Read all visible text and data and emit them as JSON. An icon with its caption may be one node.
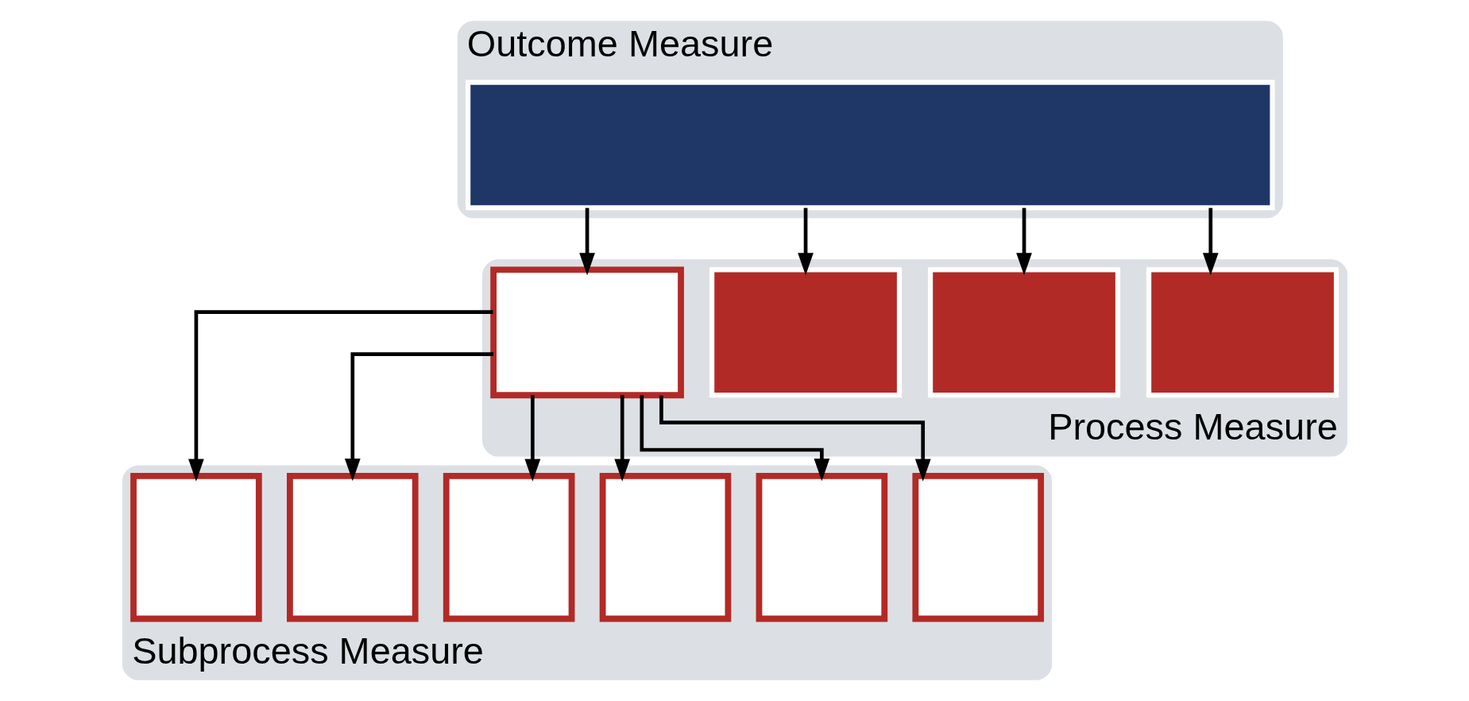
{
  "diagram": {
    "nodes": [
      {
        "text": [
          "Outcome Measure"
        ]
      },
      {
        "text": [],
        "shape": "box",
        "in": 0
      },
      {
        "text": [
          "Process Measure"
        ]
      },
      {
        "text": [],
        "shape": "box",
        "in": 2
      },
      {
        "text": [],
        "shape": "box",
        "in": 2
      },
      {
        "text": [],
        "shape": "box",
        "in": 2
      },
      {
        "text": [],
        "shape": "box",
        "in": 2
      },
      {
        "text": [
          "Subprocess Measure"
        ]
      },
      {
        "text": [],
        "shape": "box",
        "in": 7
      },
      {
        "text": [],
        "shape": "box",
        "in": 7
      },
      {
        "text": [],
        "shape": "box",
        "in": 7
      },
      {
        "text": [],
        "shape": "box",
        "in": 7
      },
      {
        "text": [],
        "shape": "box",
        "in": 7
      },
      {
        "text": [],
        "shape": "box",
        "in": 7
      }
    ],
    "edges": [
      {
        "from": 1,
        "to": 3,
        "arrow": "to"
      },
      {
        "from": 1,
        "to": 4,
        "arrow": "to"
      },
      {
        "from": 1,
        "to": 5,
        "arrow": "to"
      },
      {
        "from": 1,
        "to": 6,
        "arrow": "to"
      },
      {
        "from": 3,
        "to": 8,
        "arrow": "to"
      },
      {
        "from": 3,
        "to": 9,
        "arrow": "to"
      },
      {
        "from": 3,
        "to": 10,
        "arrow": "to"
      },
      {
        "from": 3,
        "to": 11,
        "arrow": "to"
      },
      {
        "from": 3,
        "to": 12,
        "arrow": "to"
      },
      {
        "from": 3,
        "to": 13,
        "arrow": "to"
      }
    ]
  }
}
